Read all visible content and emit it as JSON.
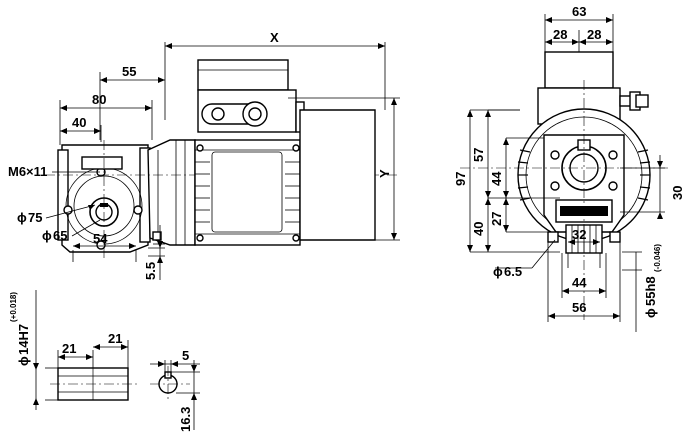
{
  "labels": {
    "x": "X",
    "y": "Y",
    "d55": "55",
    "d80": "80",
    "d40": "40",
    "m6": "M6×11",
    "d75": "75",
    "d65": "65",
    "d54": "54",
    "d5_5": "5.5",
    "d14": "14H7",
    "d14tol": "(+0.018)",
    "d21a": "21",
    "d21b": "21",
    "d5": "5",
    "d16_3": "16.3",
    "d63": "63",
    "d28a": "28",
    "d28b": "28",
    "d97": "97",
    "d57": "57",
    "d40r": "40",
    "d44": "44",
    "d27": "27",
    "d30": "30",
    "d32": "32",
    "d44b": "44",
    "d56": "56",
    "d6_5": "6.5",
    "d55h8": "55h8",
    "d55tol": "(-0.046)",
    "phi": "ϕ"
  }
}
